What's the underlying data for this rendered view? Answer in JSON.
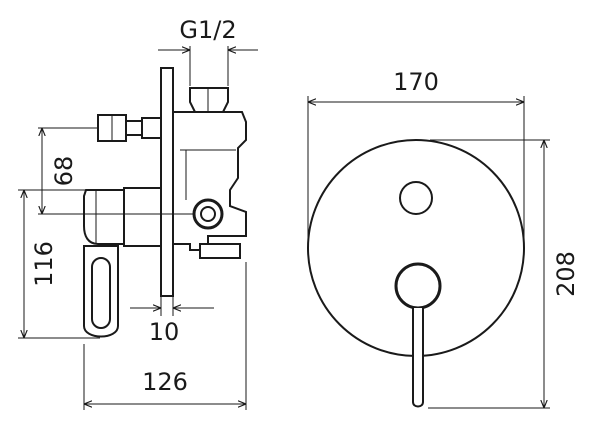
{
  "dimensions": {
    "thread": "G1/2",
    "plate_diameter": "170",
    "plate_height": "208",
    "inlet_offset": "68",
    "handle_height": "116",
    "plate_gap": "10",
    "total_depth": "126"
  }
}
